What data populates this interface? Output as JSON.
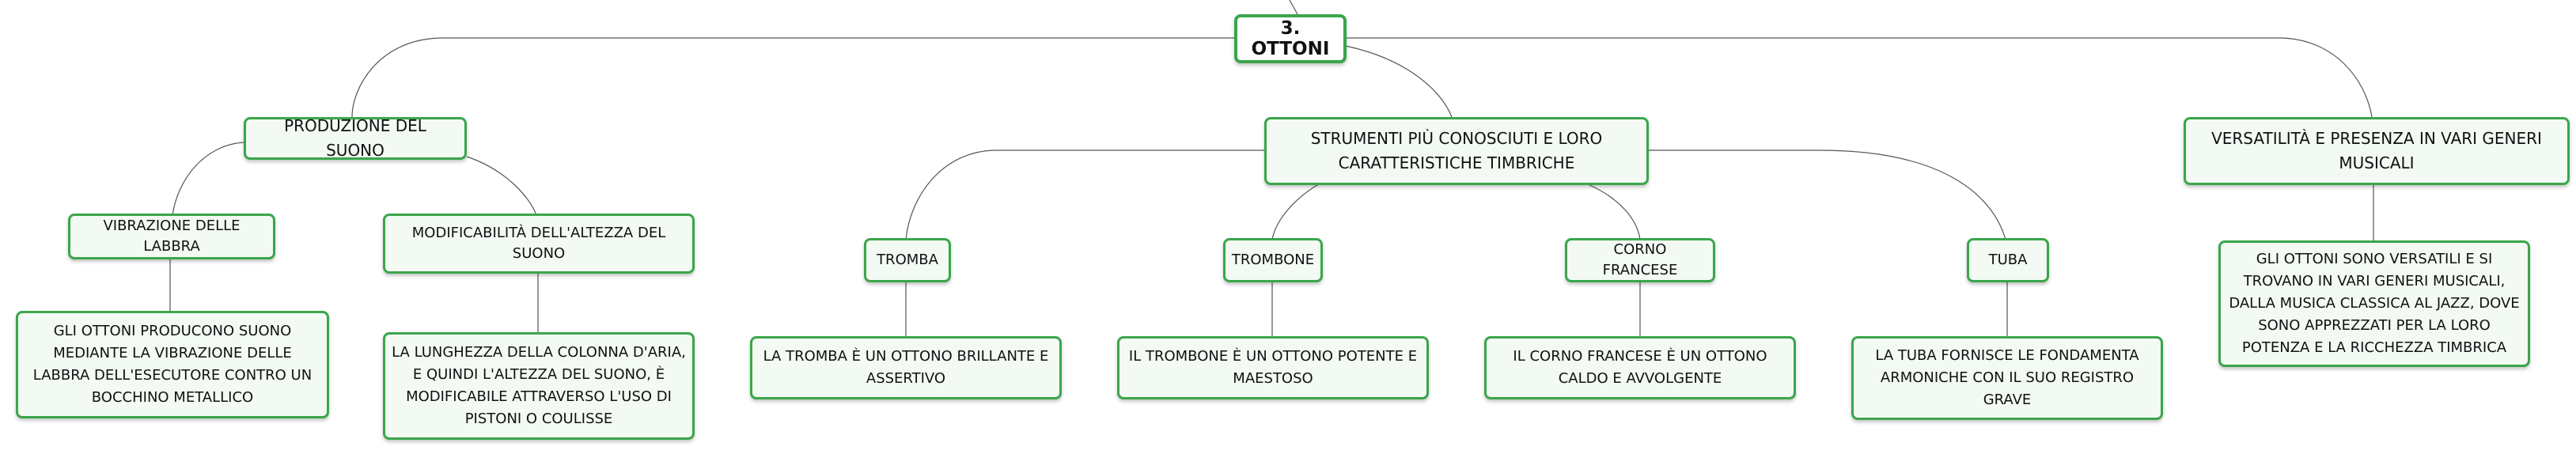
{
  "diagram": {
    "type": "mind-map",
    "colors": {
      "node_border": "#3aa64b",
      "node_fill": "#f2faf3",
      "connector": "#555555"
    },
    "root": {
      "label": "3. OTTONI"
    },
    "branches": {
      "production": {
        "label": "PRODUZIONE DEL SUONO",
        "lip_vibration": {
          "label": "VIBRAZIONE DELLE LABBRA",
          "detail": "GLI OTTONI PRODUCONO SUONO MEDIANTE LA VIBRAZIONE DELLE LABBRA DELL'ESECUTORE CONTRO UN BOCCHINO METALLICO"
        },
        "pitch_change": {
          "label": "MODIFICABILITÀ DELL'ALTEZZA DEL SUONO",
          "detail": "LA LUNGHEZZA DELLA COLONNA D'ARIA, E QUINDI L'ALTEZZA DEL SUONO, È MODIFICABILE ATTRAVERSO L'USO DI PISTONI O COULISSE"
        }
      },
      "instruments": {
        "label": "STRUMENTI PIÙ CONOSCIUTI E LORO CARATTERISTICHE TIMBRICHE",
        "tromba": {
          "label": "TROMBA",
          "detail": "LA TROMBA È UN OTTONO BRILLANTE E ASSERTIVO"
        },
        "trombone": {
          "label": "TROMBONE",
          "detail": "IL TROMBONE È UN OTTONO POTENTE E MAESTOSO"
        },
        "corno": {
          "label": "CORNO FRANCESE",
          "detail": "IL CORNO FRANCESE È UN OTTONO CALDO E AVVOLGENTE"
        },
        "tuba": {
          "label": "TUBA",
          "detail": "LA TUBA FORNISCE LE FONDAMENTA ARMONICHE CON IL SUO REGISTRO GRAVE"
        }
      },
      "versatility": {
        "label": "VERSATILITÀ E PRESENZA IN VARI GENERI MUSICALI",
        "detail": "GLI OTTONI SONO VERSATILI E SI TROVANO IN VARI GENERI MUSICALI, DALLA MUSICA CLASSICA AL JAZZ, DOVE SONO APPREZZATI PER LA LORO POTENZA E LA RICCHEZZA TIMBRICA"
      }
    }
  }
}
